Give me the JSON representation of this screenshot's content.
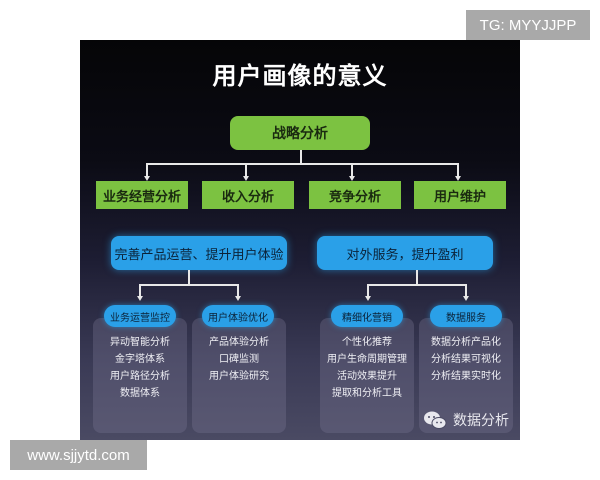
{
  "diagram": {
    "title": "用户画像的意义",
    "root": "战略分析",
    "level1": [
      "业务经营分析",
      "收入分析",
      "竞争分析",
      "用户维护"
    ],
    "groups": [
      {
        "label": "完善产品运营、提升用户体验",
        "children": [
          {
            "label": "业务运营监控",
            "items": [
              "异动智能分析",
              "金字塔体系",
              "用户路径分析",
              "数据体系"
            ]
          },
          {
            "label": "用户体验优化",
            "items": [
              "产品体验分析",
              "口碑监测",
              "用户体验研究"
            ]
          }
        ]
      },
      {
        "label": "对外服务，提升盈利",
        "children": [
          {
            "label": "精细化营销",
            "items": [
              "个性化推荐",
              "用户生命周期管理",
              "活动效果提升",
              "提取和分析工具"
            ]
          },
          {
            "label": "数据服务",
            "items": [
              "数据分析产品化",
              "分析结果可视化",
              "分析结果实时化"
            ]
          }
        ]
      }
    ],
    "wechat_label": "数据分析",
    "colors": {
      "green": "#7cc241",
      "blue": "#2aa0e8",
      "background": "#0b0b14"
    }
  },
  "watermarks": {
    "top_right": "TG: MYYJJPP",
    "bottom_left": "www.sjjytd.com"
  }
}
